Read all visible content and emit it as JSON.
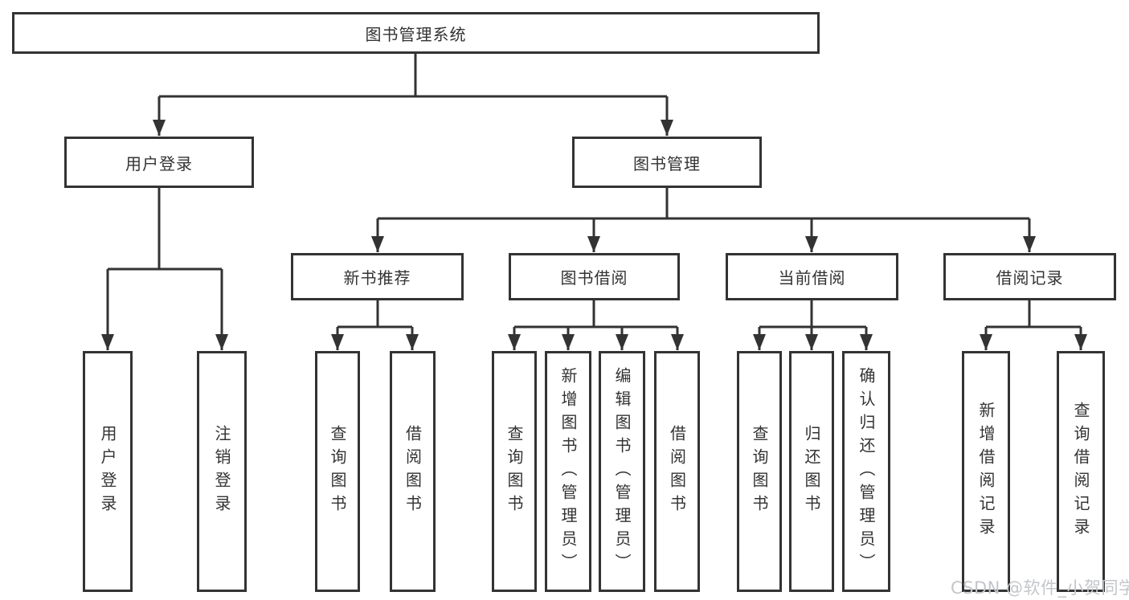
{
  "nodes": {
    "root": "图书管理系统",
    "l2": [
      "用户登录",
      "图书管理"
    ],
    "l3": [
      "新书推荐",
      "图书借阅",
      "当前借阅",
      "借阅记录"
    ],
    "leaves": {
      "login": [
        "用户登录",
        "注销登录"
      ],
      "recommend": [
        "查询图书",
        "借阅图书"
      ],
      "borrow": [
        "查询图书",
        "新增图书（管理员）",
        "编辑图书（管理员）",
        "借阅图书"
      ],
      "current": [
        "查询图书",
        "归还图书",
        "确认归还（管理员）"
      ],
      "records": [
        "新增借阅记录",
        "查询借阅记录"
      ]
    }
  },
  "watermark": {
    "text": "CSDN @软件_小贺同学"
  },
  "colors": {
    "line": "#333333",
    "box_background": "#ffffff",
    "text": "#333333",
    "watermark": "#c3c6ca"
  }
}
